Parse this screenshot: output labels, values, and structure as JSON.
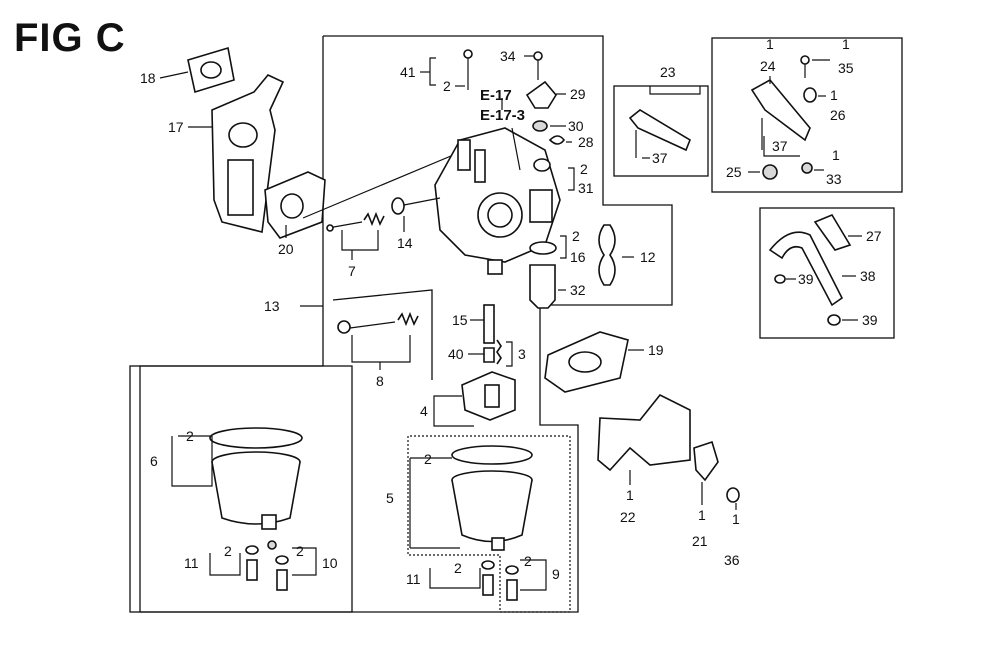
{
  "figure": {
    "title": "FIG C"
  },
  "refs": {
    "e17": "E-17",
    "e17_3": "E-17-3"
  },
  "labels": {
    "n1": "1",
    "n2": "2",
    "n3": "3",
    "n4": "4",
    "n5": "5",
    "n6": "6",
    "n7": "7",
    "n8": "8",
    "n9": "9",
    "n10": "10",
    "n11": "11",
    "n12": "12",
    "n13": "13",
    "n14": "14",
    "n15": "15",
    "n16": "16",
    "n17": "17",
    "n18": "18",
    "n19": "19",
    "n20": "20",
    "n21": "21",
    "n22": "22",
    "n23": "23",
    "n24": "24",
    "n25": "25",
    "n26": "26",
    "n27": "27",
    "n28": "28",
    "n29": "29",
    "n30": "30",
    "n31": "31",
    "n32": "32",
    "n33": "33",
    "n34": "34",
    "n35": "35",
    "n36": "36",
    "n37": "37",
    "n38": "38",
    "n39": "39",
    "n40": "40",
    "n41": "41"
  }
}
